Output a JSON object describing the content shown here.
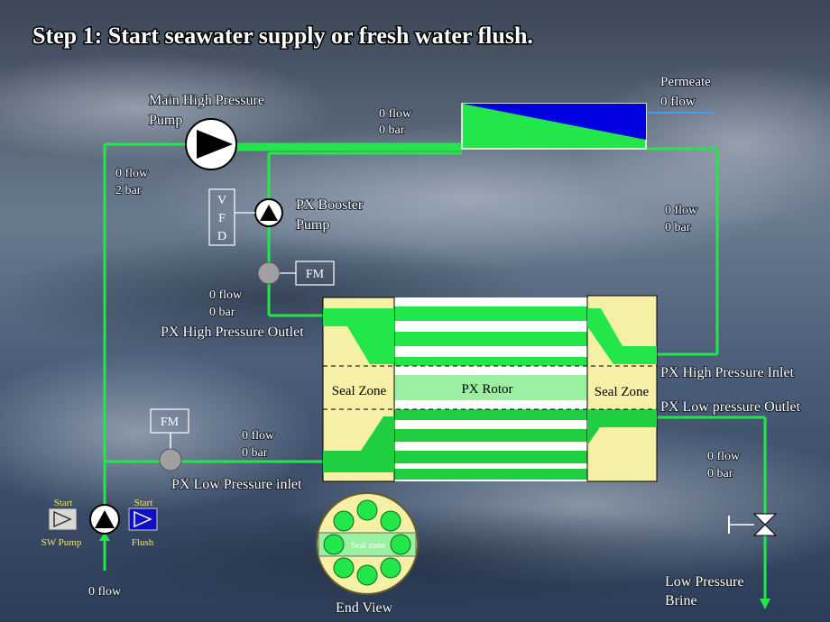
{
  "title": "Step 1:  Start seawater supply or fresh water flush.",
  "labels": {
    "main_pump": [
      "Main High Pressure",
      "Pump"
    ],
    "booster_pump": [
      "PX Booster",
      "Pump"
    ],
    "vfd": [
      "V",
      "F",
      "D"
    ],
    "fm": "FM",
    "permeate": "Permeate",
    "permeate_flow": "0 flow",
    "membrane_flow": "0 flow",
    "membrane_bar": "0 bar",
    "left_top_flow": "0 flow",
    "left_top_bar": "2 bar",
    "right_flow": "0 flow",
    "right_bar": "0 bar",
    "hp_out_flow": "0 flow",
    "hp_out_bar": "0 bar",
    "px_hp_outlet": "PX High Pressure Outlet",
    "px_hp_inlet": "PX High Pressure Inlet",
    "px_lp_outlet": "PX Low pressure Outlet",
    "px_lp_inlet": "PX Low Pressure inlet",
    "seal_zone_left": "Seal Zone",
    "seal_zone_right": "Seal Zone",
    "px_rotor": "PX Rotor",
    "lp_in_flow": "0 flow",
    "lp_in_bar": "0 bar",
    "lp_out_flow": "0 flow",
    "lp_out_bar": "0 bar",
    "sw_start": "Start",
    "sw_pump": "SW Pump",
    "flush_start": "Start",
    "flush": "Flush",
    "bottom_flow": "0 flow",
    "end_view": "End View",
    "end_view_seal": "Seal zone",
    "brine": [
      "Low Pressure",
      "Brine"
    ]
  },
  "colors": {
    "pipe": "#22e64a",
    "seal": "#f5f0a6",
    "rotor_band": "#9af0a0",
    "membrane_blue": "#0000e0",
    "permeate_line": "#3aa0ff"
  }
}
